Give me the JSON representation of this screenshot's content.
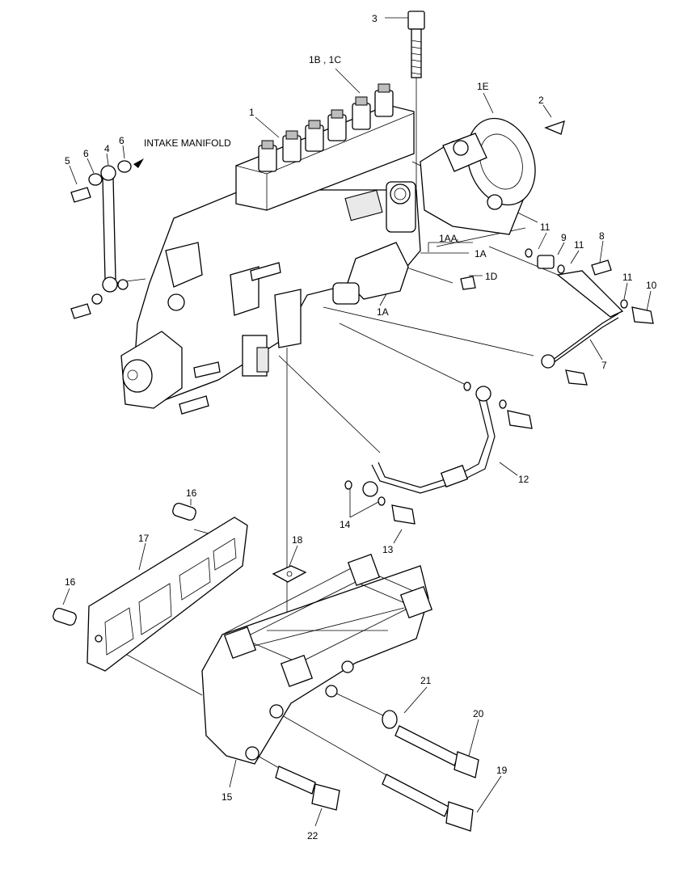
{
  "callouts": {
    "c1": "1",
    "c1a_upper": "1A",
    "c1a_lower": "1A",
    "c1aa": "1AA",
    "c1b_1c": "1B , 1C",
    "c1d": "1D",
    "c1e": "1E",
    "c2": "2",
    "c3": "3",
    "c4": "4",
    "c5": "5",
    "c6_left": "6",
    "c6_right": "6",
    "c7": "7",
    "c8": "8",
    "c9": "9",
    "c10": "10",
    "c11_a": "11",
    "c11_b": "11",
    "c11_c": "11",
    "c12": "12",
    "c13": "13",
    "c14": "14",
    "c15": "15",
    "c16_upper": "16",
    "c16_lower": "16",
    "c17": "17",
    "c18": "18",
    "c19": "19",
    "c20": "20",
    "c21": "21",
    "c22": "22"
  },
  "annotations": {
    "intake_manifold": "INTAKE MANIFOLD"
  }
}
